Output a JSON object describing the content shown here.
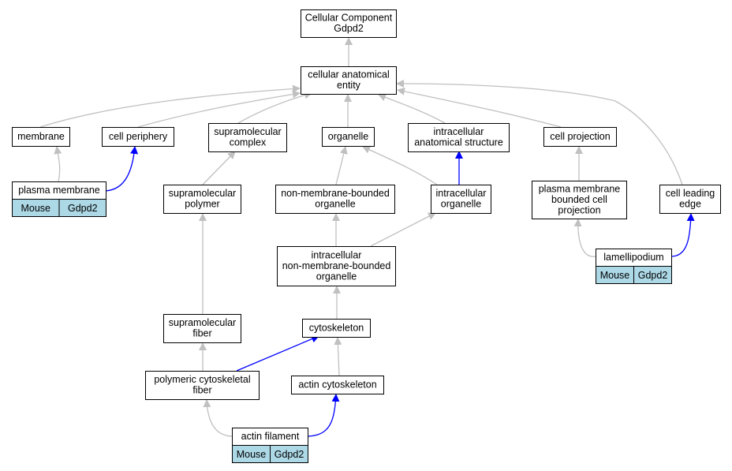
{
  "colors": {
    "edge_isa": "#c0c0c0",
    "edge_partof": "#0000ff",
    "annotation_bg": "#add8e6",
    "node_bg": "#ffffff",
    "border": "#000000"
  },
  "nodes": {
    "root": {
      "lines": [
        "Cellular Component",
        "Gdpd2"
      ]
    },
    "cae": {
      "lines": [
        "cellular anatomical",
        "entity"
      ]
    },
    "membrane": {
      "lines": [
        "membrane"
      ]
    },
    "periphery": {
      "lines": [
        "cell periphery"
      ]
    },
    "smcomplex": {
      "lines": [
        "supramolecular",
        "complex"
      ]
    },
    "organelle": {
      "lines": [
        "organelle"
      ]
    },
    "ias": {
      "lines": [
        "intracellular",
        "anatomical structure"
      ]
    },
    "projection": {
      "lines": [
        "cell projection"
      ]
    },
    "pm": {
      "lines": [
        "plasma membrane"
      ],
      "tags": [
        "Mouse",
        "Gdpd2"
      ]
    },
    "smpolymer": {
      "lines": [
        "supramolecular",
        "polymer"
      ]
    },
    "nmbo": {
      "lines": [
        "non-membrane-bounded",
        "organelle"
      ]
    },
    "io": {
      "lines": [
        "intracellular",
        "organelle"
      ]
    },
    "pmbcp": {
      "lines": [
        "plasma membrane",
        "bounded cell",
        "projection"
      ]
    },
    "leading": {
      "lines": [
        "cell leading",
        "edge"
      ]
    },
    "inmbo": {
      "lines": [
        "intracellular",
        "non-membrane-bounded",
        "organelle"
      ]
    },
    "lamelli": {
      "lines": [
        "lamellipodium"
      ],
      "tags": [
        "Mouse",
        "Gdpd2"
      ]
    },
    "smfiber": {
      "lines": [
        "supramolecular",
        "fiber"
      ]
    },
    "cytoskeleton": {
      "lines": [
        "cytoskeleton"
      ]
    },
    "pcf": {
      "lines": [
        "polymeric cytoskeletal",
        "fiber"
      ]
    },
    "actincs": {
      "lines": [
        "actin cytoskeleton"
      ]
    },
    "actinfil": {
      "lines": [
        "actin filament"
      ],
      "tags": [
        "Mouse",
        "Gdpd2"
      ]
    }
  },
  "edges": [
    {
      "from": "cae",
      "to": "root",
      "rel": "is_a"
    },
    {
      "from": "membrane",
      "to": "cae",
      "rel": "is_a"
    },
    {
      "from": "periphery",
      "to": "cae",
      "rel": "is_a"
    },
    {
      "from": "smcomplex",
      "to": "cae",
      "rel": "is_a"
    },
    {
      "from": "organelle",
      "to": "cae",
      "rel": "is_a"
    },
    {
      "from": "ias",
      "to": "cae",
      "rel": "is_a"
    },
    {
      "from": "projection",
      "to": "cae",
      "rel": "is_a"
    },
    {
      "from": "leading",
      "to": "cae",
      "rel": "is_a"
    },
    {
      "from": "pm",
      "to": "membrane",
      "rel": "is_a"
    },
    {
      "from": "pm",
      "to": "periphery",
      "rel": "part_of"
    },
    {
      "from": "smpolymer",
      "to": "smcomplex",
      "rel": "is_a"
    },
    {
      "from": "nmbo",
      "to": "organelle",
      "rel": "is_a"
    },
    {
      "from": "io",
      "to": "organelle",
      "rel": "is_a"
    },
    {
      "from": "io",
      "to": "ias",
      "rel": "part_of"
    },
    {
      "from": "pmbcp",
      "to": "projection",
      "rel": "is_a"
    },
    {
      "from": "inmbo",
      "to": "nmbo",
      "rel": "is_a"
    },
    {
      "from": "inmbo",
      "to": "io",
      "rel": "is_a"
    },
    {
      "from": "lamelli",
      "to": "pmbcp",
      "rel": "is_a"
    },
    {
      "from": "lamelli",
      "to": "leading",
      "rel": "part_of"
    },
    {
      "from": "smfiber",
      "to": "smpolymer",
      "rel": "is_a"
    },
    {
      "from": "cytoskeleton",
      "to": "inmbo",
      "rel": "is_a"
    },
    {
      "from": "pcf",
      "to": "smfiber",
      "rel": "is_a"
    },
    {
      "from": "pcf",
      "to": "cytoskeleton",
      "rel": "part_of"
    },
    {
      "from": "actincs",
      "to": "cytoskeleton",
      "rel": "is_a"
    },
    {
      "from": "actinfil",
      "to": "pcf",
      "rel": "is_a"
    },
    {
      "from": "actinfil",
      "to": "actincs",
      "rel": "part_of"
    }
  ]
}
